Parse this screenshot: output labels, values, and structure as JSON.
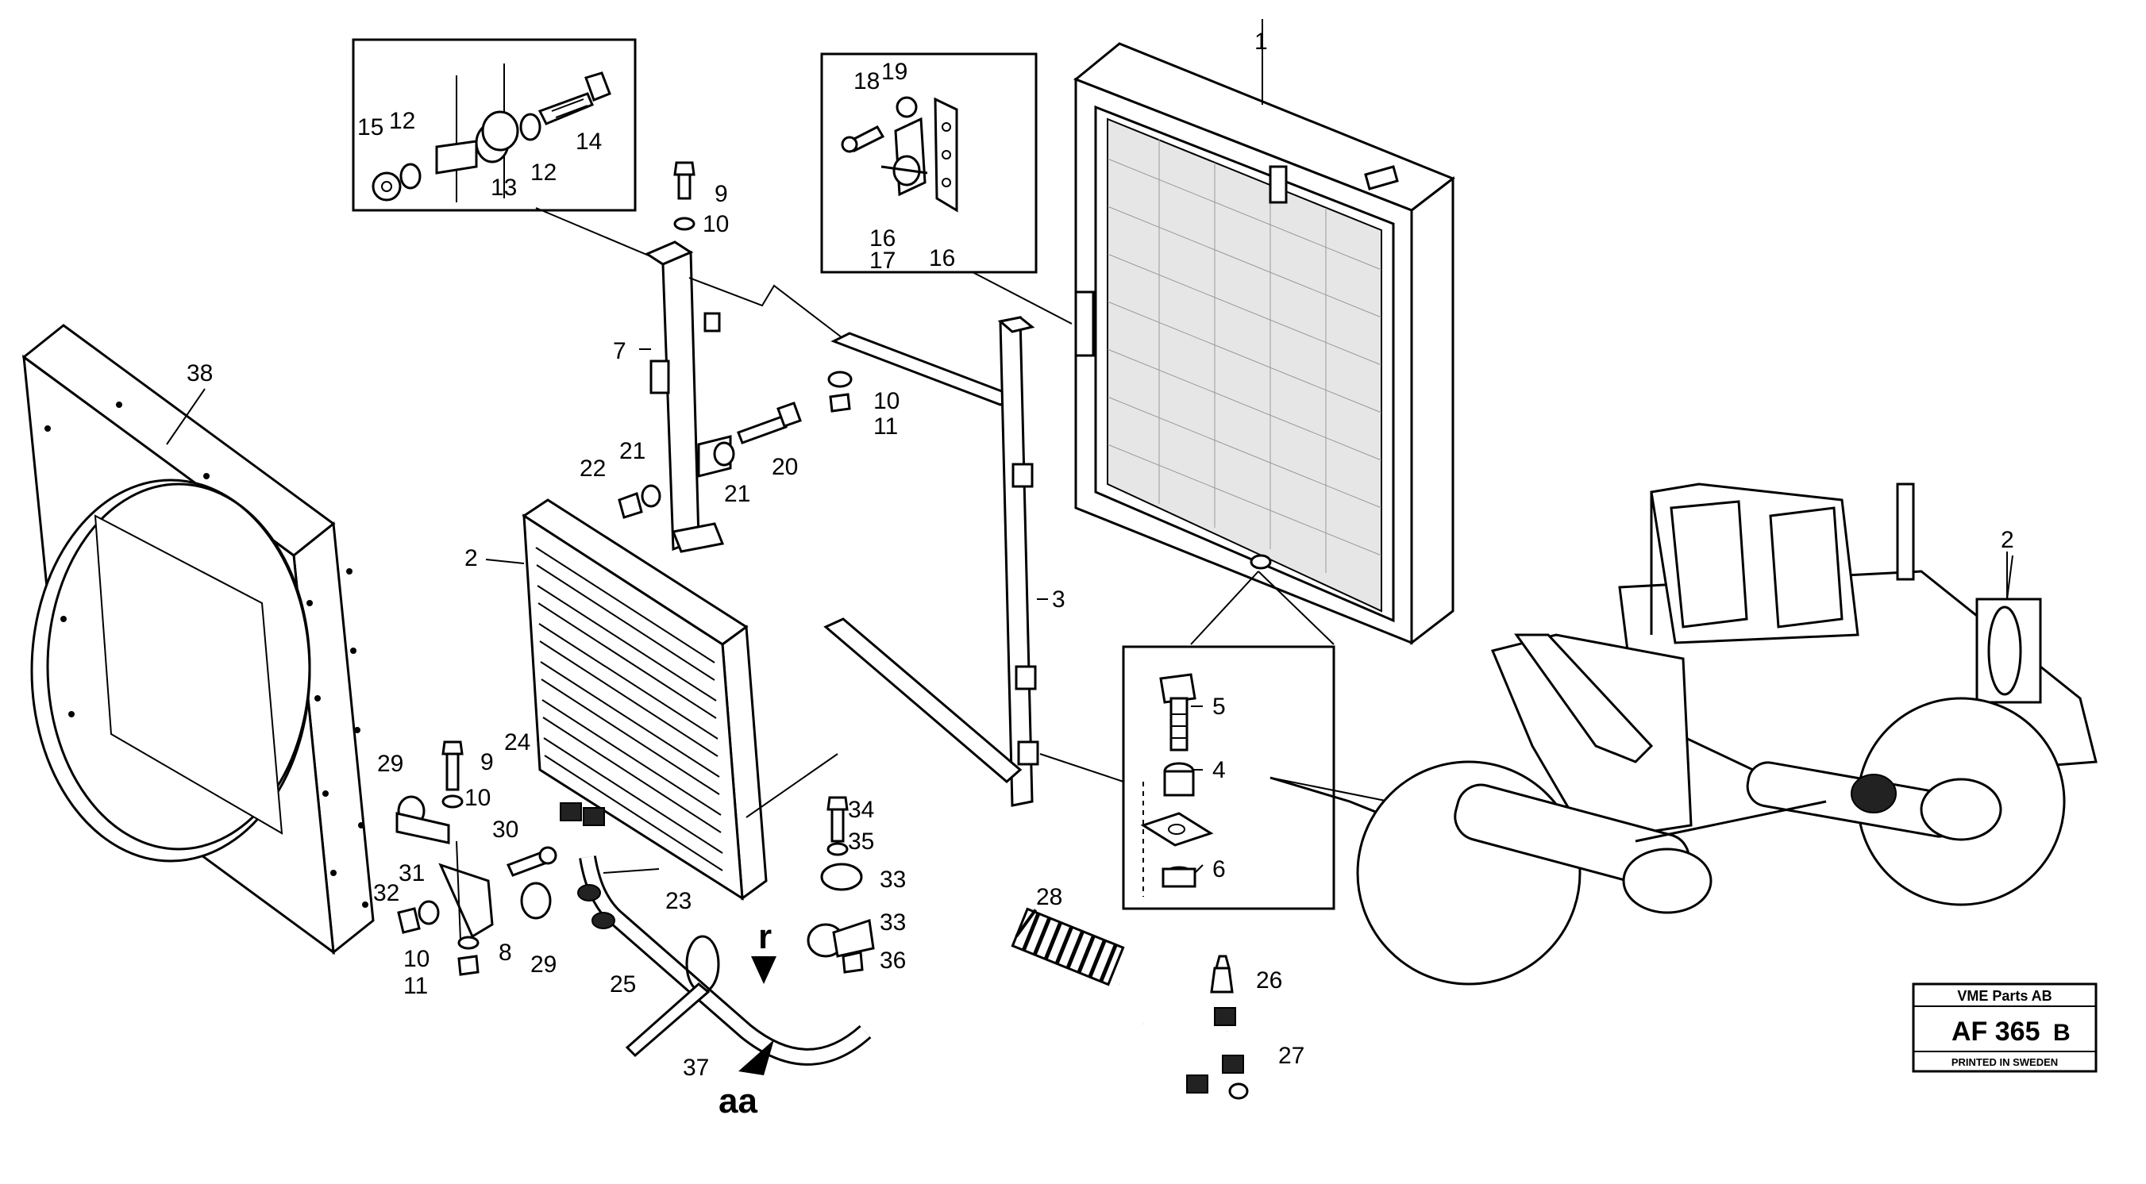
{
  "diagram": {
    "callouts": {
      "p1": "1",
      "p2": "2",
      "p2b": "2",
      "p3": "3",
      "p4": "4",
      "p5": "5",
      "p6": "6",
      "p7": "7",
      "p8": "8",
      "p9a": "9",
      "p9b": "9",
      "p10a": "10",
      "p10b": "10",
      "p10c": "10",
      "p10d": "10",
      "p11a": "11",
      "p11b": "11",
      "p12a": "12",
      "p12b": "12",
      "p13": "13",
      "p14": "14",
      "p15": "15",
      "p16a": "16",
      "p16b": "16",
      "p17": "17",
      "p18": "18",
      "p19": "19",
      "p20": "20",
      "p21a": "21",
      "p21b": "21",
      "p22": "22",
      "p23": "23",
      "p24": "24",
      "p25": "25",
      "p26": "26",
      "p27": "27",
      "p28": "28",
      "p29a": "29",
      "p29b": "29",
      "p30": "30",
      "p31": "31",
      "p32": "32",
      "p33a": "33",
      "p33b": "33",
      "p34": "34",
      "p35": "35",
      "p36": "36",
      "p37": "37",
      "p38": "38"
    },
    "flow_marks": {
      "r": "r",
      "aa": "aa"
    }
  },
  "title_block": {
    "company": "VME Parts AB",
    "code": "AF 365",
    "revision": "B",
    "printed": "PRINTED IN SWEDEN"
  }
}
